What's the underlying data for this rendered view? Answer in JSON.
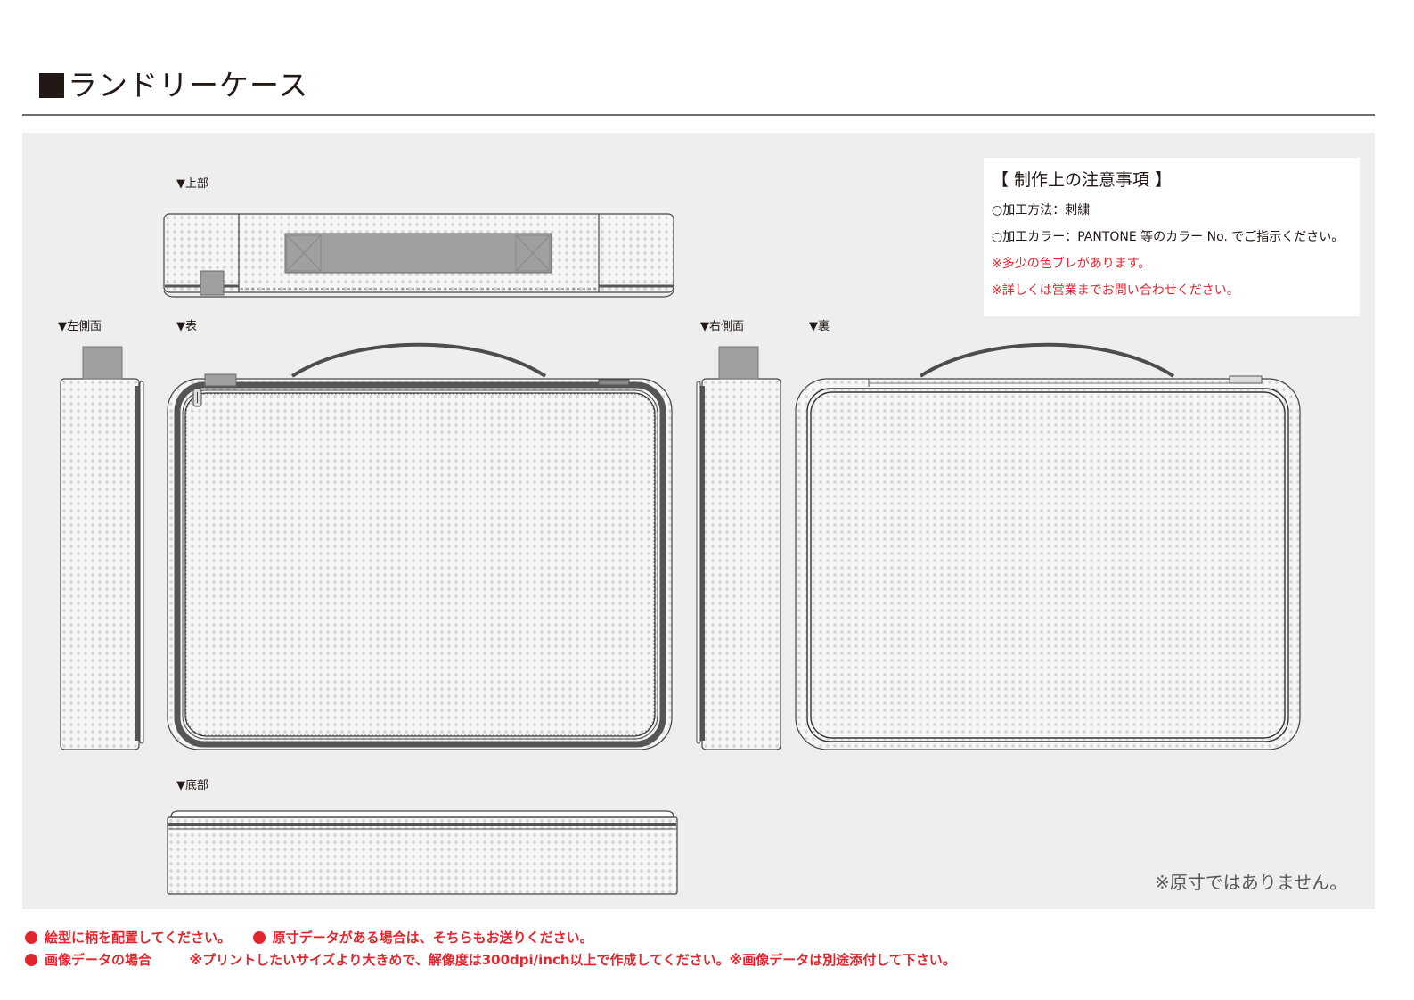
{
  "header": {
    "title": "ランドリーケース"
  },
  "views": {
    "top_label": "▼上部",
    "left_label": "▼左側面",
    "front_label": "▼表",
    "right_label": "▼右側面",
    "back_label": "▼裏",
    "bottom_label": "▼底部"
  },
  "notes": {
    "title": "【 制作上の注意事項 】",
    "method": "○加工方法：刺繍",
    "color": "○加工カラー：PANTONE 等のカラー No. でご指示ください。",
    "warning1": "※多少の色ブレがあります。",
    "warning2": "※詳しくは営業までお問い合わせください。"
  },
  "disclaimer": "※原寸ではありません。",
  "footer": {
    "line1_a": "絵型に柄を配置してください。",
    "line1_b": "原寸データがある場合は、そちらもお送りください。",
    "line2_a": "画像データの場合",
    "line2_b": "※プリントしたいサイズより大きめで、解像度は300dpi/inch以上で作成してください。※画像データは別途添付して下さい。"
  },
  "colors": {
    "accent_red": "#e3262e",
    "zipper_gray": "#555555",
    "handle_gray": "#4d4d4d",
    "tab_gray": "#a0a0a0"
  }
}
